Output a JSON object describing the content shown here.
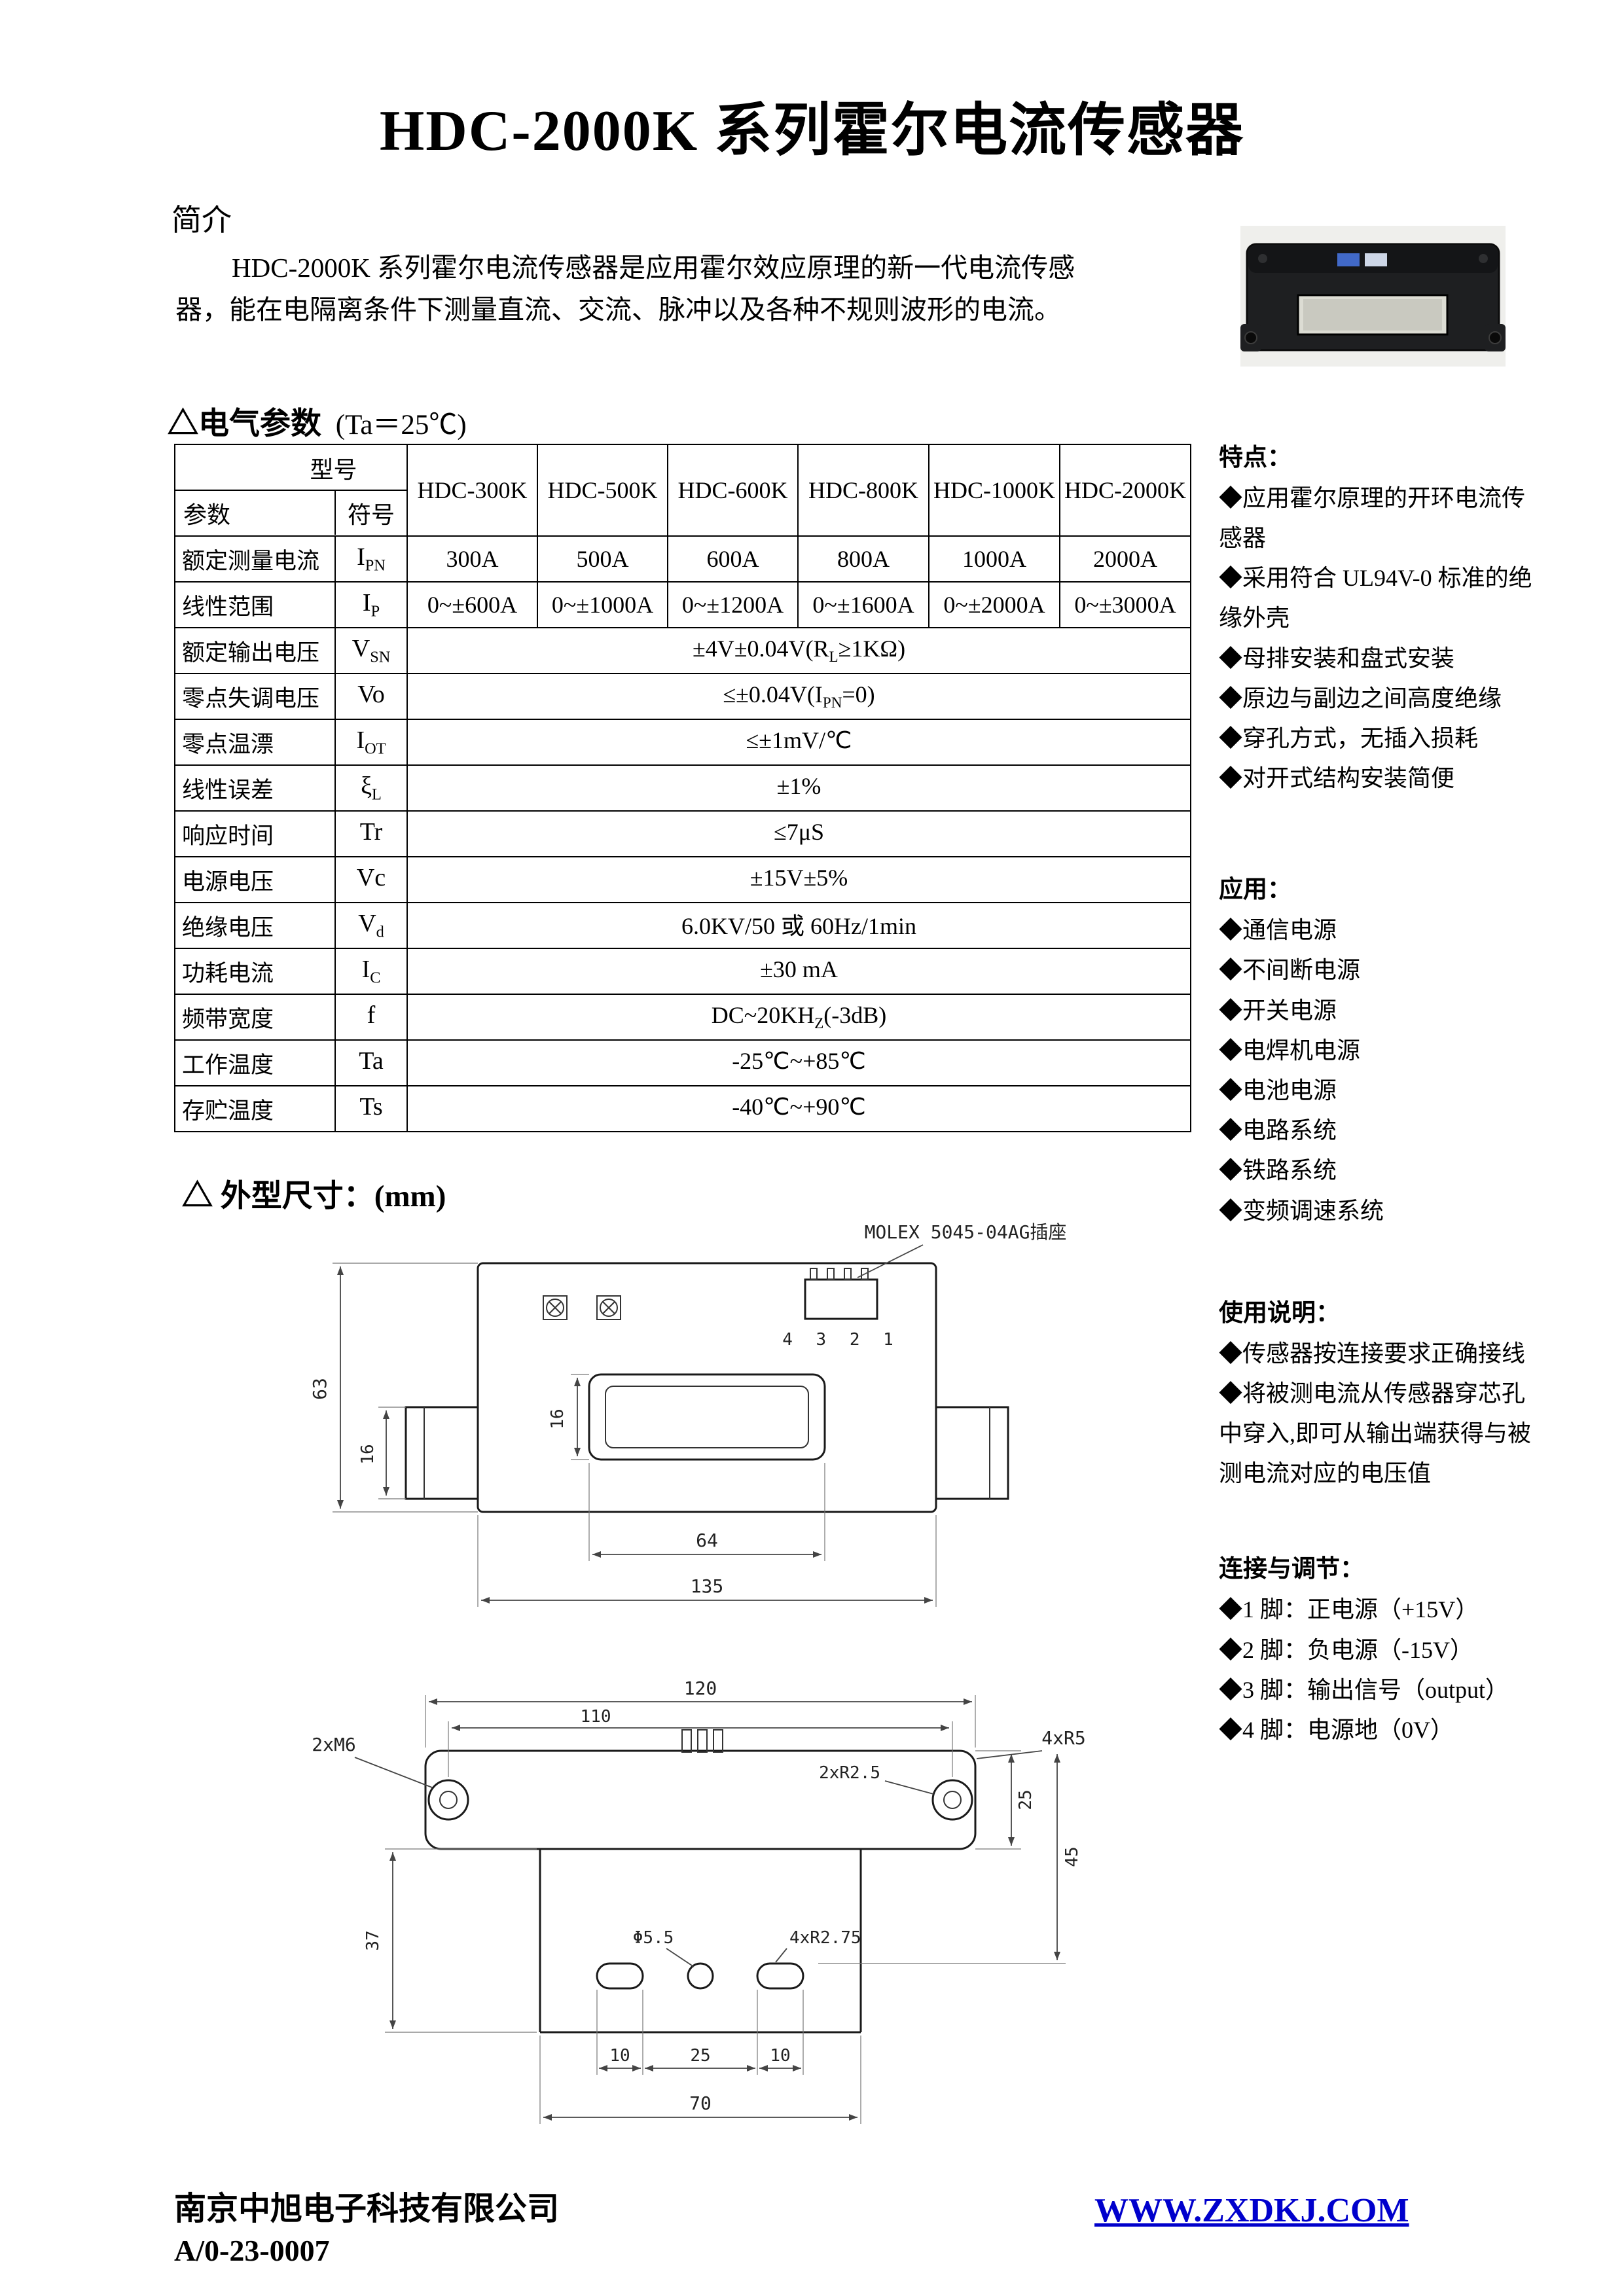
{
  "page": {
    "title": "HDC-2000K 系列霍尔电流传感器"
  },
  "colors": {
    "link_blue": "#0000CC"
  },
  "intro": {
    "heading": "简介",
    "body": "HDC-2000K 系列霍尔电流传感器是应用霍尔效应原理的新一代电流传感器，能在电隔离条件下测量直流、交流、脉冲以及各种不规则波形的电流。"
  },
  "params_section": {
    "heading_main": "△电气参数",
    "heading_note": "(Ta＝25℃)"
  },
  "table": {
    "corner": {
      "model_label": "型号",
      "param_label": "参数",
      "symbol_label": "符号"
    },
    "models": [
      "HDC-300K",
      "HDC-500K",
      "HDC-600K",
      "HDC-800K",
      "HDC-1000K",
      "HDC-2000K"
    ],
    "rows": [
      {
        "name": "额定测量电流",
        "sym_base": "I",
        "sym_sub": "PN",
        "values": [
          "300A",
          "500A",
          "600A",
          "800A",
          "1000A",
          "2000A"
        ]
      },
      {
        "name": "线性范围",
        "sym_base": "I",
        "sym_sub": "P",
        "values": [
          "0~±600A",
          "0~±1000A",
          "0~±1200A",
          "0~±1600A",
          "0~±2000A",
          "0~±3000A"
        ]
      },
      {
        "name": "额定输出电压",
        "sym_base": "V",
        "sym_sub": "SN",
        "val_pre": "±4V±0.04V(R",
        "val_sub": "L",
        "val_post": "≥1KΩ)"
      },
      {
        "name": "零点失调电压",
        "sym_base": "Vo",
        "sym_sub": "",
        "val_pre": "≤±0.04V(I",
        "val_sub": "PN",
        "val_post": "=0)"
      },
      {
        "name": "零点温漂",
        "sym_base": "I",
        "sym_sub": "OT",
        "val_pre": "≤±1mV/℃",
        "val_sub": "",
        "val_post": ""
      },
      {
        "name": "线性误差",
        "sym_base": "ξ",
        "sym_sub": "L",
        "val_pre": "±1%",
        "val_sub": "",
        "val_post": ""
      },
      {
        "name": "响应时间",
        "sym_base": "Tr",
        "sym_sub": "",
        "val_pre": "≤7μS",
        "val_sub": "",
        "val_post": ""
      },
      {
        "name": "电源电压",
        "sym_base": "Vc",
        "sym_sub": "",
        "val_pre": "±15V±5%",
        "val_sub": "",
        "val_post": ""
      },
      {
        "name": "绝缘电压",
        "sym_base": "V",
        "sym_sub": "d",
        "val_pre": "6.0KV/50 或 60Hz/1min",
        "val_sub": "",
        "val_post": ""
      },
      {
        "name": "功耗电流",
        "sym_base": "I",
        "sym_sub": "C",
        "val_pre": "±30 mA",
        "val_sub": "",
        "val_post": ""
      },
      {
        "name": "频带宽度",
        "sym_base": "f",
        "sym_sub": "",
        "val_pre": "DC~20KH",
        "val_sub": "Z",
        "val_post": "(-3dB)"
      },
      {
        "name": "工作温度",
        "sym_base": "Ta",
        "sym_sub": "",
        "val_pre": "-25℃~+85℃",
        "val_sub": "",
        "val_post": ""
      },
      {
        "name": "存贮温度",
        "sym_base": "Ts",
        "sym_sub": "",
        "val_pre": "-40℃~+90℃",
        "val_sub": "",
        "val_post": ""
      }
    ]
  },
  "sidebar": {
    "features": {
      "heading": "特点：",
      "items": [
        "◆应用霍尔原理的开环电流传感器",
        "◆采用符合 UL94V-0 标准的绝缘外壳",
        "◆母排安装和盘式安装",
        "◆原边与副边之间高度绝缘",
        "◆穿孔方式，无插入损耗",
        "◆对开式结构安装简便"
      ]
    },
    "applications": {
      "heading": "应用：",
      "items": [
        "◆通信电源",
        "◆不间断电源",
        "◆开关电源",
        "◆电焊机电源",
        "◆电池电源",
        "◆电路系统",
        "◆铁路系统",
        "◆变频调速系统"
      ]
    },
    "usage": {
      "heading": "使用说明：",
      "items": [
        "◆传感器按连接要求正确接线",
        "◆将被测电流从传感器穿芯孔中穿入,即可从输出端获得与被测电流对应的电压值"
      ]
    },
    "connection": {
      "heading": "连接与调节：",
      "items": [
        "◆1 脚：正电源（+15V）",
        "◆2 脚：负电源（-15V）",
        "◆3 脚：输出信号（output）",
        "◆4 脚：电源地（0V）"
      ]
    }
  },
  "dimensions_section": {
    "heading": "△ 外型尺寸：(mm)"
  },
  "drawing_front": {
    "connector_label": "MOLEX 5045-04AG插座",
    "pin_numbers": "4 3 2 1",
    "dim_height": "63",
    "dim_flange_height": "16",
    "dim_window_height": "16",
    "dim_window_width": "64",
    "dim_body_width": "135"
  },
  "drawing_top": {
    "dim_overall_width": "120",
    "dim_hole_spacing": "110",
    "label_mount_thread": "2xM6",
    "label_corner_radius": "4xR5",
    "label_hole_radius": "2xR2.5",
    "label_center_hole": "Φ5.5",
    "label_slot_radius": "4xR2.75",
    "dim_bracket_height": "37",
    "dim_body_thickness": "25",
    "dim_total_height": "45",
    "dim_slot_a": "10",
    "dim_slot_gap": "25",
    "dim_slot_b": "10",
    "dim_bracket_width": "70"
  },
  "footer": {
    "company": "南京中旭电子科技有限公司",
    "doc_number": "A/0-23-0007",
    "website": "WWW.ZXDKJ.COM"
  }
}
